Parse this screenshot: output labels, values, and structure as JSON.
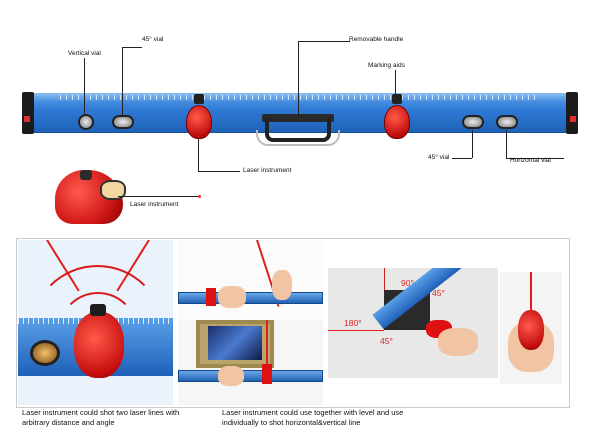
{
  "callouts": {
    "vertical_vial": "Vertical vial",
    "vial_45_top": "45° vial",
    "removable_handle": "Removable handle",
    "marking_aids": "Marking aids",
    "laser_instrument_main": "Laser instrument",
    "vial_45_bottom": "45° vial",
    "horizontal_vial": "Horizontal vial",
    "laser_instrument_small": "Laser instrument"
  },
  "captions": {
    "left": "Laser instrument could shot two laser lines with arbitrary distance and angle",
    "right": "Laser instrument could use together with level and use individually to shot horizontal&vertical line"
  },
  "angles": {
    "a90": "90°",
    "a45_top": "45°",
    "a180": "180°",
    "a45_bottom": "45°"
  },
  "colors": {
    "level_blue": "#2f7ad6",
    "laser_red": "#d11818",
    "beam_red": "#e21d1d"
  }
}
